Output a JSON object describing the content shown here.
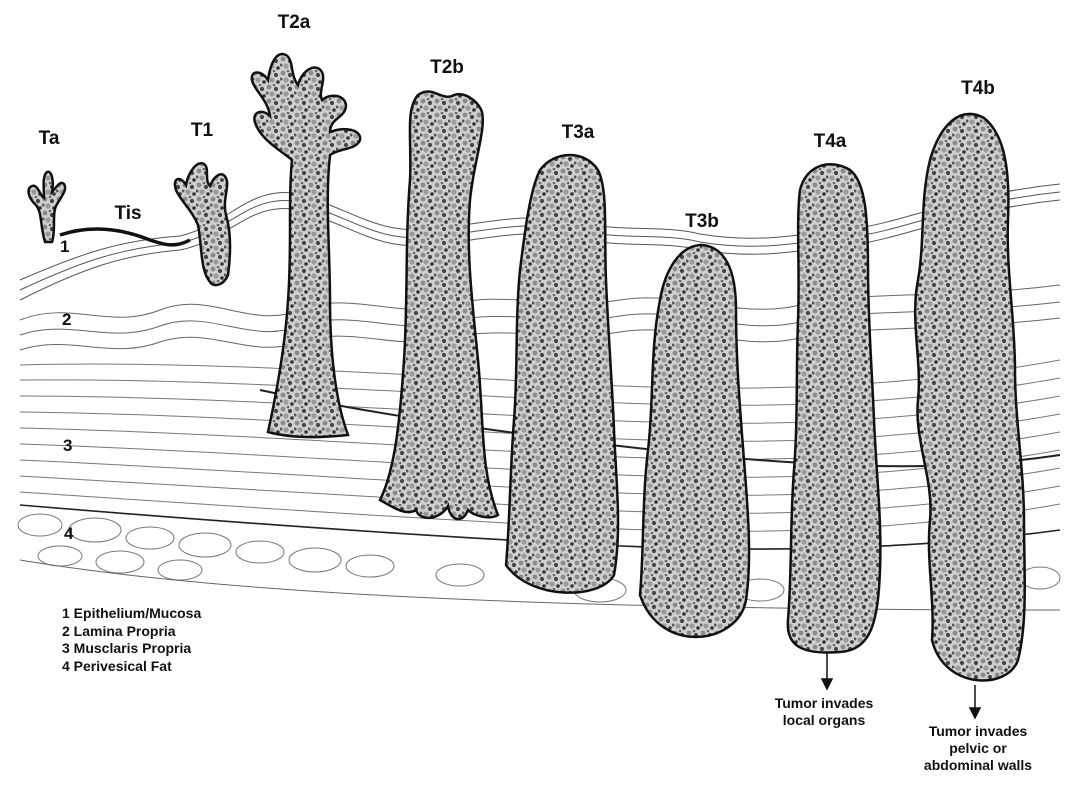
{
  "stages": [
    {
      "id": "ta",
      "label": "Ta"
    },
    {
      "id": "tis",
      "label": "Tis"
    },
    {
      "id": "t1",
      "label": "T1"
    },
    {
      "id": "t2a",
      "label": "T2a"
    },
    {
      "id": "t2b",
      "label": "T2b"
    },
    {
      "id": "t3a",
      "label": "T3a"
    },
    {
      "id": "t3b",
      "label": "T3b"
    },
    {
      "id": "t4a",
      "label": "T4a"
    },
    {
      "id": "t4b",
      "label": "T4b"
    }
  ],
  "layer_numbers": [
    "1",
    "2",
    "3",
    "4"
  ],
  "legend": [
    "1 Epithelium/Mucosa",
    "2 Lamina Propria",
    "3 Musclaris Propria",
    "4 Perivesical Fat"
  ],
  "notes": {
    "t4a": [
      "Tumor invades",
      "local organs"
    ],
    "t4b": [
      "Tumor invades",
      "pelvic or",
      "abdominal walls"
    ]
  }
}
